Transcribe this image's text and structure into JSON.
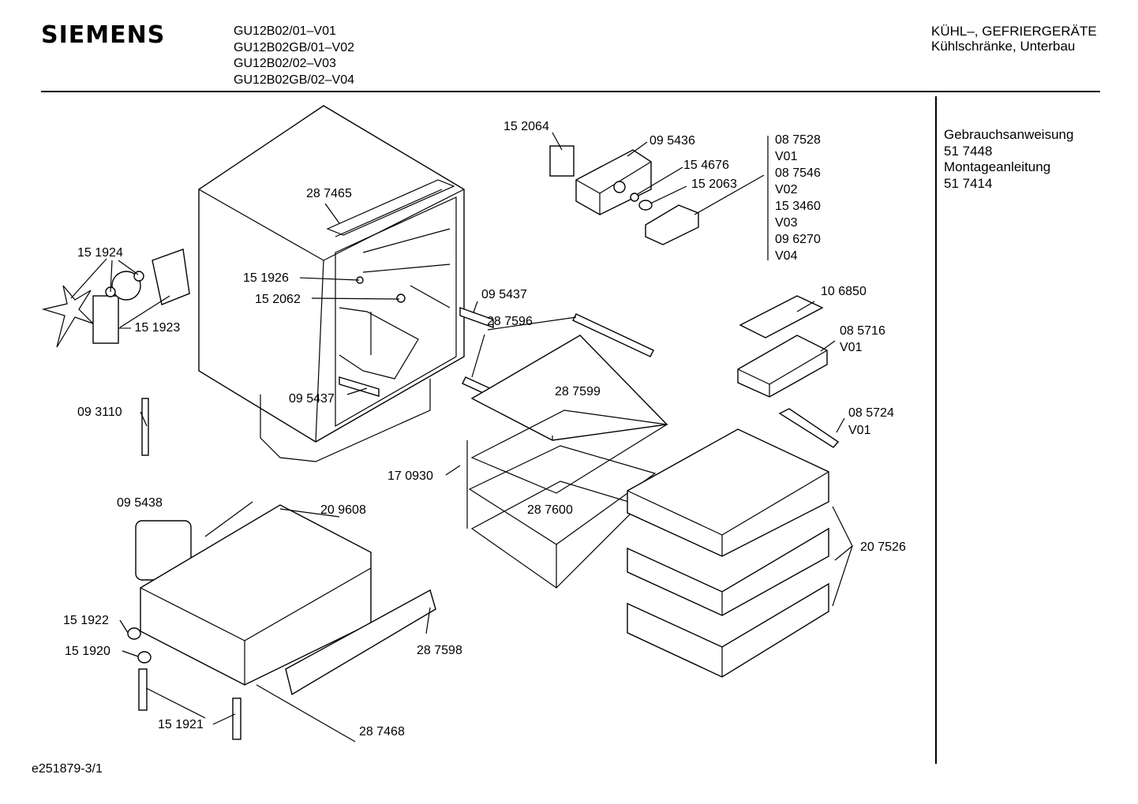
{
  "header": {
    "brand": "SIEMENS",
    "models": [
      "GU12B02/01–V01",
      "GU12B02GB/01–V02",
      "GU12B02/02–V03",
      "GU12B02GB/02–V04"
    ],
    "category_line1": "KÜHL–, GEFRIERGERÄTE",
    "category_line2": "Kühlschränke, Unterbau"
  },
  "docs": {
    "manual_label": "Gebrauchsanweisung",
    "manual_number": "51 7448",
    "install_label": "Montageanleitung",
    "install_number": "51 7414"
  },
  "footer": {
    "code": "e251879-3/1"
  },
  "parts": {
    "p152064": "15 2064",
    "p095436": "09 5436",
    "p154676": "15 4676",
    "p152063": "15 2063",
    "p287465": "28 7465",
    "p151924": "15 1924",
    "p151926": "15 1926",
    "p152062": "15 2062",
    "p151923": "— 15 1923",
    "p095437a": "09 5437",
    "p095437b": "09 5437",
    "p287596": "28 7596",
    "p287599": "28 7599",
    "p093110": "09 3110",
    "p170930": "17 0930",
    "p287600": "28 7600",
    "p095438": "09 5438",
    "p209608": "20 9608",
    "p151922": "15 1922",
    "p151920": "15 1920",
    "p287598": "28 7598",
    "p151921": "15 1921",
    "p287468": "28 7468",
    "p106850": "10 6850",
    "p085716": "08 5716",
    "p085716v": "V01",
    "p085724": "08 5724",
    "p085724v": "V01",
    "p207526": "20 7526"
  },
  "variant_list": [
    "08 7528",
    "V01",
    "08 7546",
    "V02",
    "15 3460",
    "V03",
    "09 6270",
    "V04"
  ]
}
